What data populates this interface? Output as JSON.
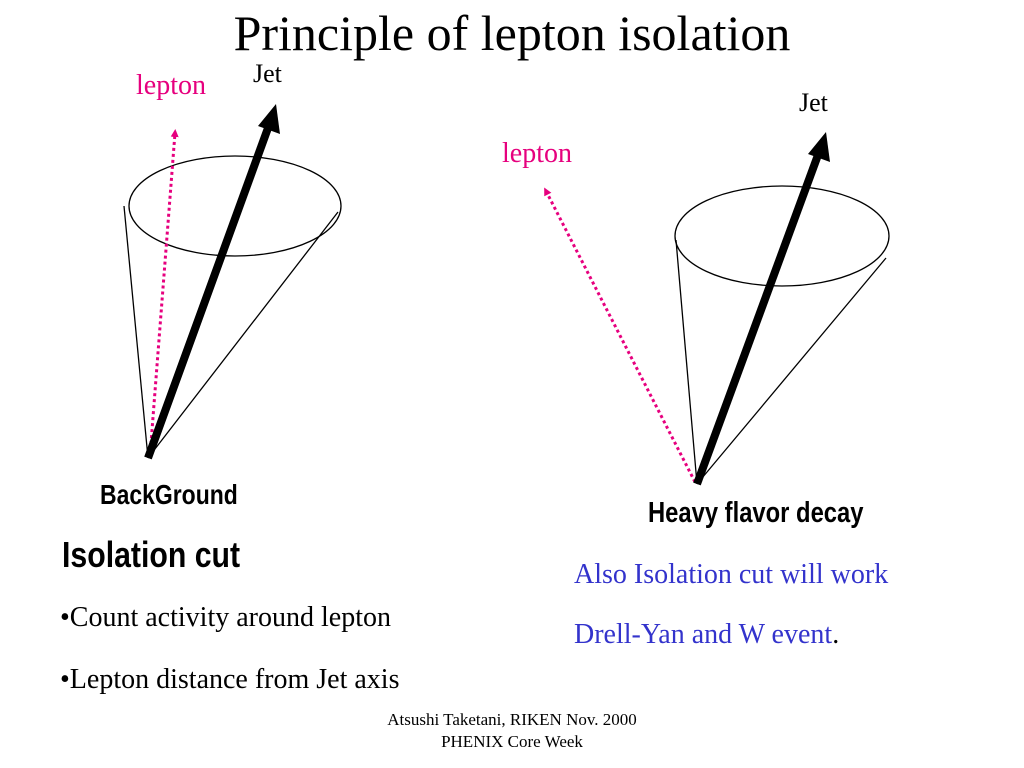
{
  "slide": {
    "title": "Principle of lepton isolation",
    "colors": {
      "lepton": "#e6007e",
      "note": "#3333cc",
      "text": "#000000"
    }
  },
  "left_diagram": {
    "lepton_label": "lepton",
    "jet_label": "Jet",
    "caption": "BackGround"
  },
  "right_diagram": {
    "lepton_label": "lepton",
    "jet_label": "Jet",
    "caption": "Heavy flavor decay"
  },
  "isolation": {
    "heading": "Isolation cut",
    "bullets": [
      "•Count activity around lepton",
      "•Lepton distance from Jet axis"
    ]
  },
  "note": {
    "line1": "Also Isolation cut will work",
    "line2": "Drell-Yan and W event",
    "line2_end": "."
  },
  "footer": {
    "line1": "Atsushi Taketani, RIKEN Nov. 2000",
    "line2": "PHENIX Core Week"
  }
}
